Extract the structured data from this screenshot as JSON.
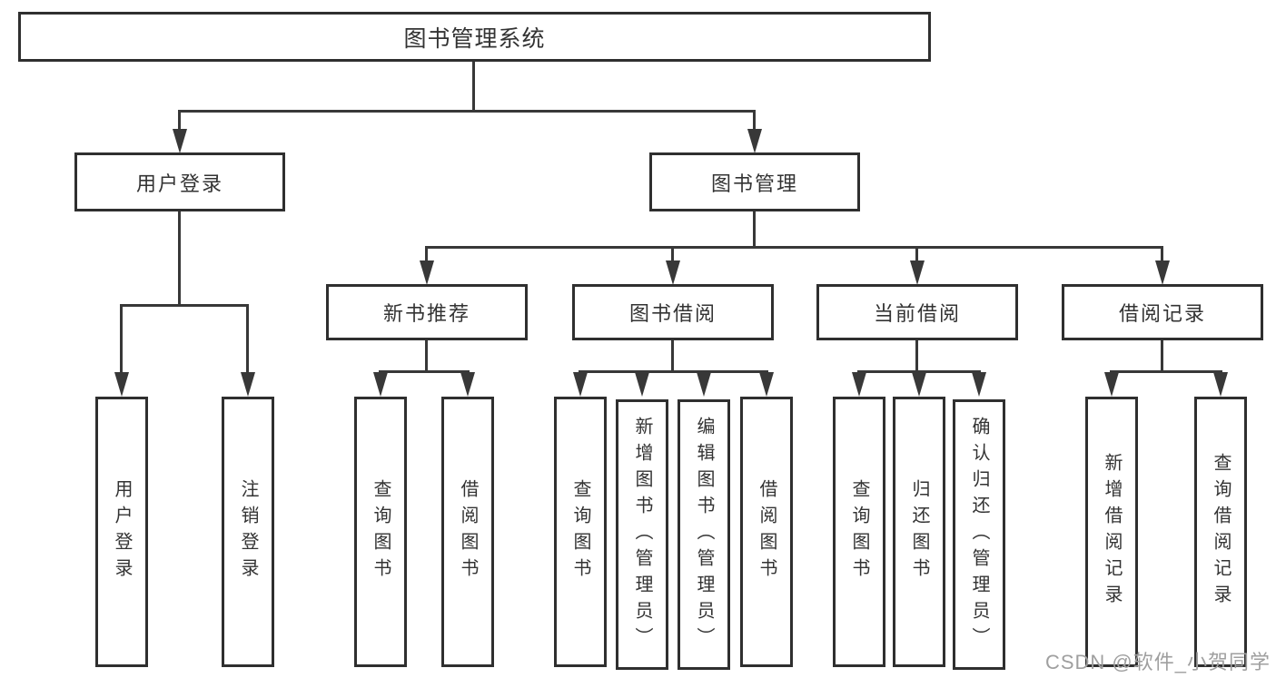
{
  "diagram_title": "图书管理系统",
  "colors": {
    "line": "#383838",
    "border": "#2f2f2f",
    "text": "#333333",
    "watermark": "#9f9f9f",
    "background": "#ffffff"
  },
  "tree": {
    "root": {
      "label": "图书管理系统"
    },
    "children": [
      {
        "label": "用户登录",
        "children": [
          {
            "label": "用户登录"
          },
          {
            "label": "注销登录"
          }
        ]
      },
      {
        "label": "图书管理",
        "children": [
          {
            "label": "新书推荐",
            "children": [
              {
                "label": "查询图书"
              },
              {
                "label": "借阅图书"
              }
            ]
          },
          {
            "label": "图书借阅",
            "children": [
              {
                "label": "查询图书"
              },
              {
                "label": "新增图书（管理员）"
              },
              {
                "label": "编辑图书（管理员）"
              },
              {
                "label": "借阅图书"
              }
            ]
          },
          {
            "label": "当前借阅",
            "children": [
              {
                "label": "查询图书"
              },
              {
                "label": "归还图书"
              },
              {
                "label": "确认归还（管理员）"
              }
            ]
          },
          {
            "label": "借阅记录",
            "children": [
              {
                "label": "新增借阅记录"
              },
              {
                "label": "查询借阅记录"
              }
            ]
          }
        ]
      }
    ]
  },
  "watermark": {
    "text": "CSDN @软件_小贺同学"
  }
}
